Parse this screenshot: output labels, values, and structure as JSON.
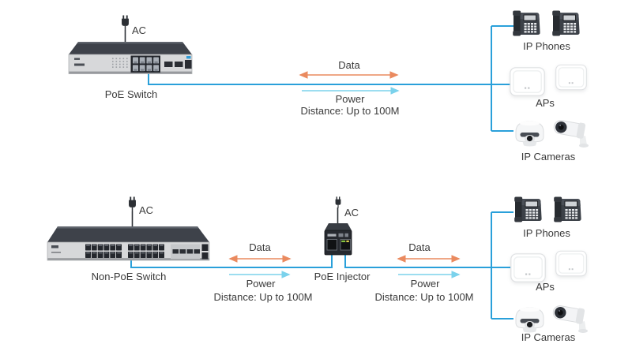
{
  "colors": {
    "cable": "#2AA0DA",
    "data_arrow": "#EA8A5F",
    "power_arrow": "#7BD2EC",
    "text": "#3A3A3A",
    "background": "#FFFFFF"
  },
  "icons": {
    "poe_switch": "poe-switch-8port-icon",
    "non_poe_switch": "non-poe-switch-24port-icon",
    "injector": "poe-injector-icon",
    "plug": "ac-plug-icon",
    "phone": "ip-phone-icon",
    "ap": "access-point-icon",
    "dome_camera": "dome-camera-icon",
    "bullet_camera": "bullet-camera-icon"
  },
  "top_diagram": {
    "ac_label": "AC",
    "switch_label": "PoE Switch",
    "link": {
      "data_label": "Data",
      "power_label": "Power",
      "distance_label": "Distance: Up to 100M"
    },
    "devices": {
      "phones_label": "IP Phones",
      "aps_label": "APs",
      "cameras_label": "IP Cameras"
    }
  },
  "bottom_diagram": {
    "switch_ac_label": "AC",
    "switch_label": "Non-PoE Switch",
    "injector_ac_label": "AC",
    "injector_label": "PoE Injector",
    "link_left": {
      "data_label": "Data",
      "power_label": "Power",
      "distance_label": "Distance: Up to 100M"
    },
    "link_right": {
      "data_label": "Data",
      "power_label": "Power",
      "distance_label": "Distance: Up to 100M"
    },
    "devices": {
      "phones_label": "IP Phones",
      "aps_label": "APs",
      "cameras_label": "IP Cameras"
    }
  }
}
